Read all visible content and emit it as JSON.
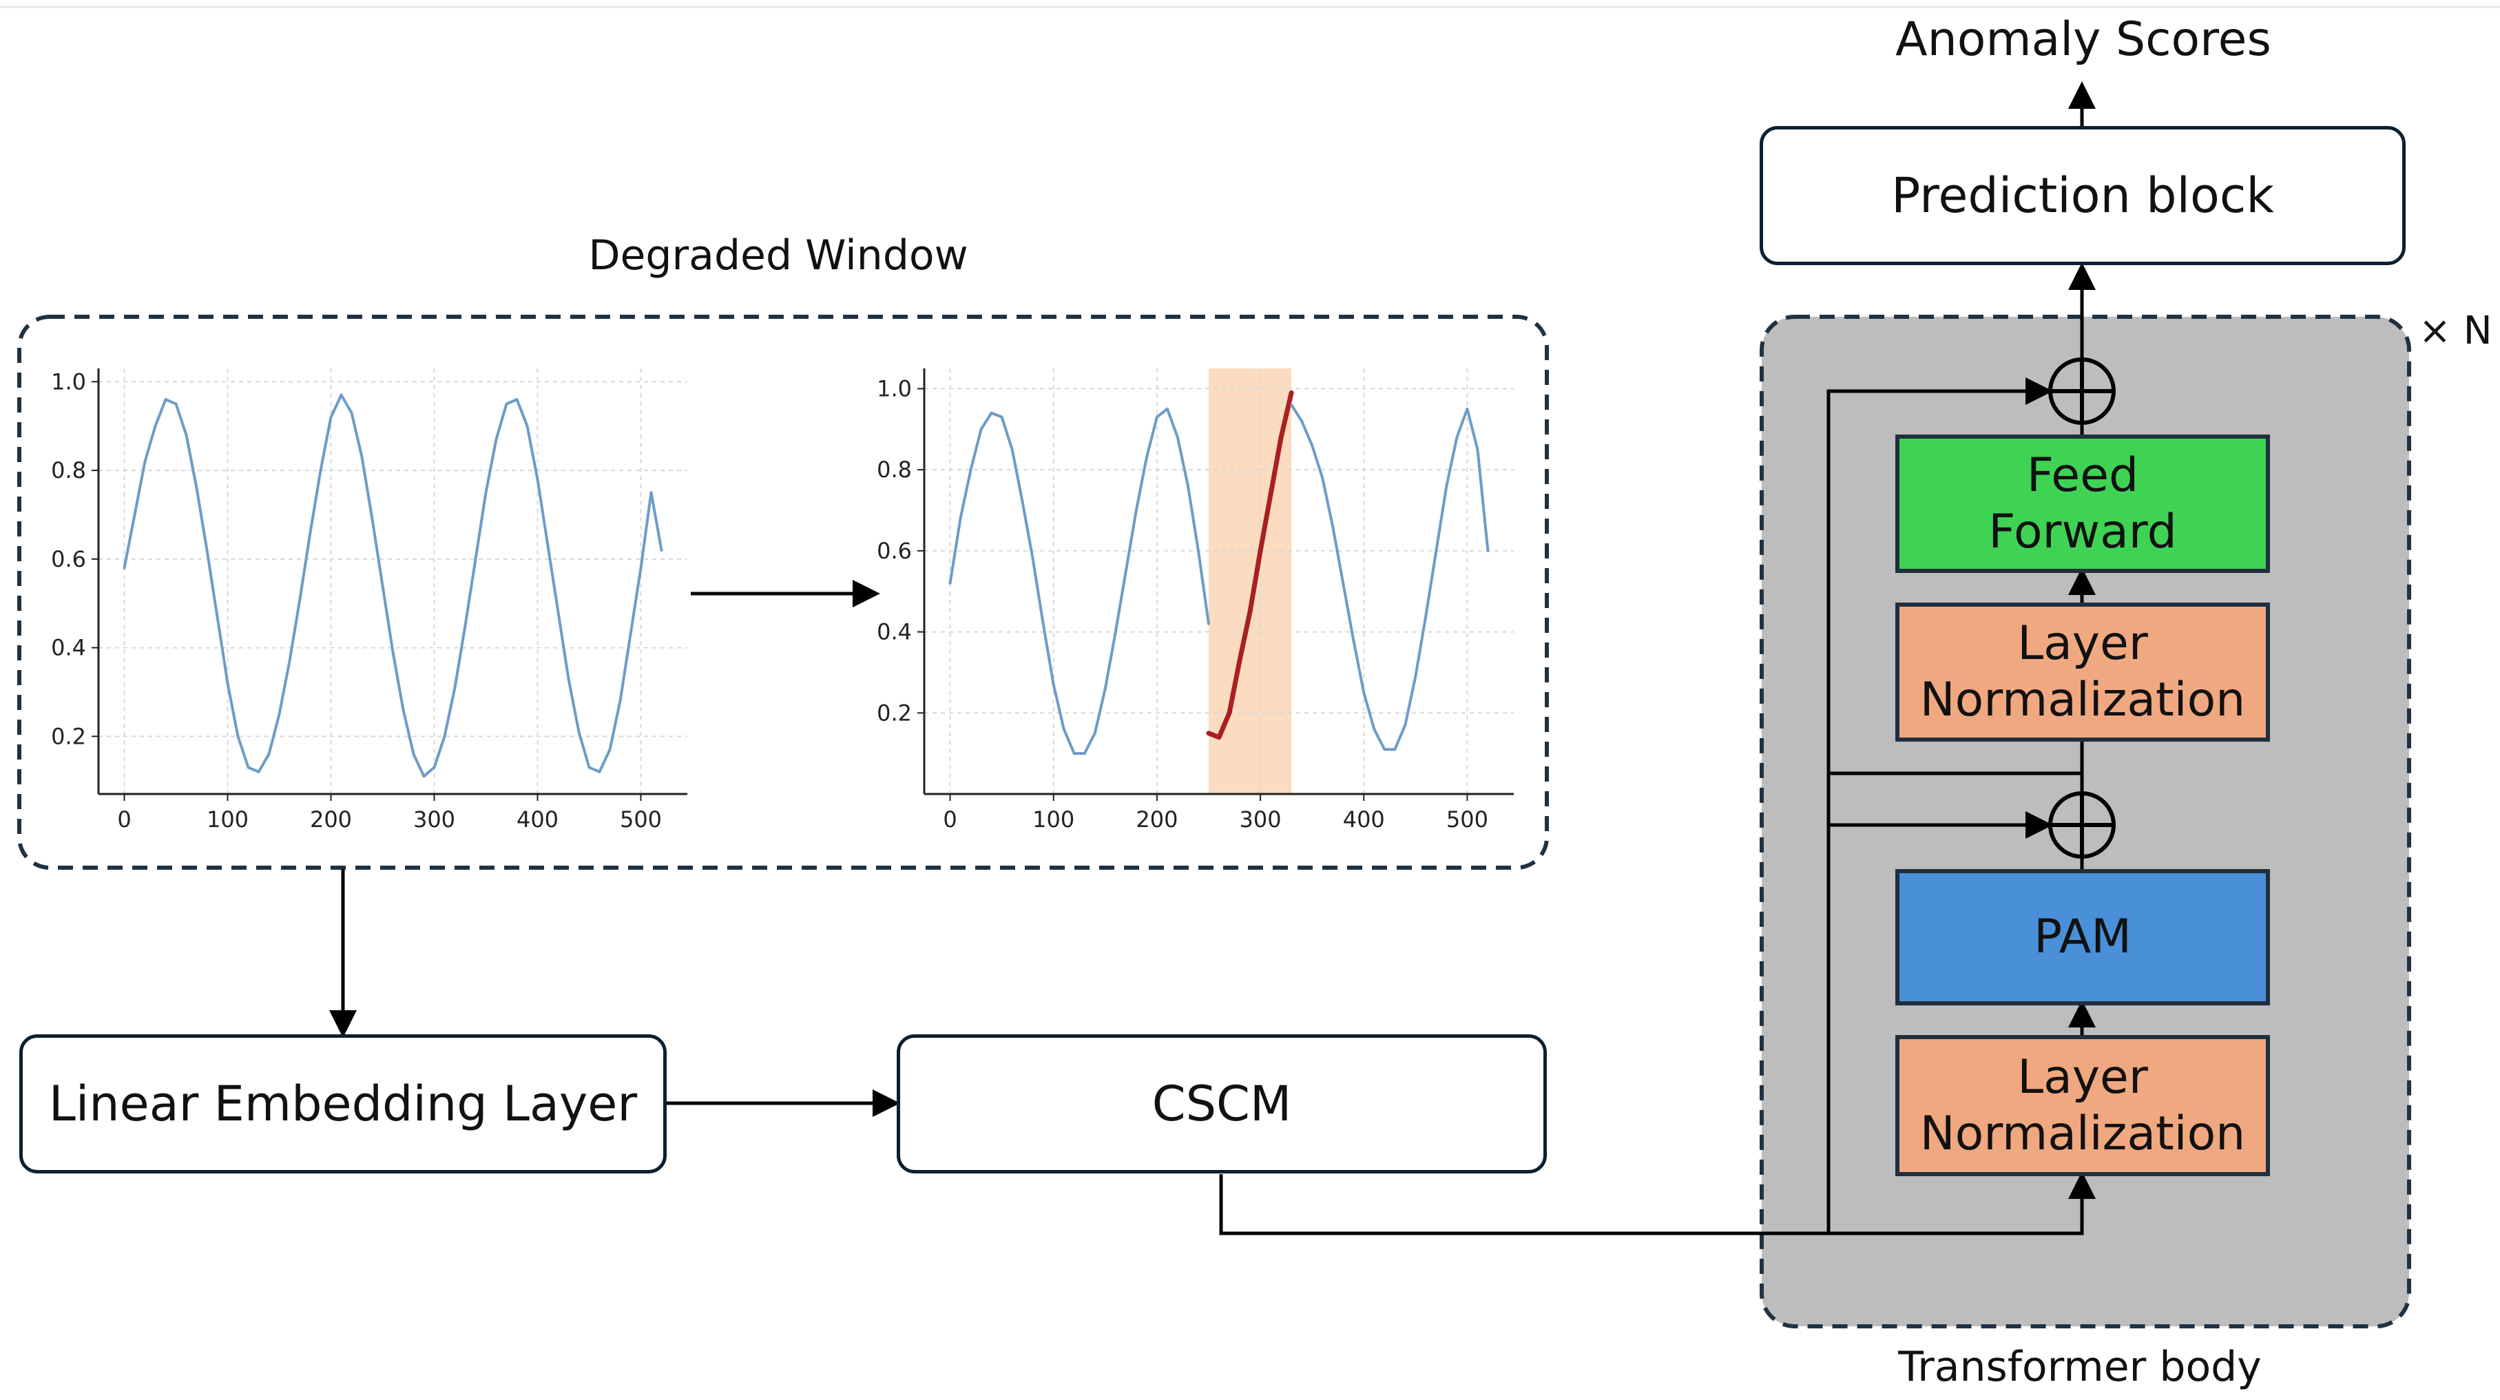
{
  "labels": {
    "anomaly_scores": "Anomaly Scores",
    "prediction_block": "Prediction block",
    "degraded_window": "Degraded Window",
    "times_n": "× N",
    "feed_forward_line1": "Feed",
    "feed_forward_line2": "Forward",
    "layer_norm_line1": "Layer",
    "layer_norm_line2": "Normalization",
    "pam": "PAM",
    "linear_embedding": "Linear Embedding Layer",
    "cscm": "CSCM",
    "transformer_body": "Transformer body"
  },
  "colors": {
    "feed_forward": "#3fd354",
    "layer_norm": "#f0a880",
    "pam": "#4a90d9",
    "transformer_bg": "#bdbdbd",
    "series": "#6d9cc6",
    "anomaly": "#a82020",
    "anomaly_highlight": "#fbdcc0"
  },
  "chart_data": [
    {
      "type": "line",
      "x_ticks": [
        0,
        100,
        200,
        300,
        400,
        500
      ],
      "y_ticks": [
        0.2,
        0.4,
        0.6,
        0.8,
        1.0
      ],
      "xlim": [
        -25,
        545
      ],
      "ylim": [
        0.07,
        1.03
      ],
      "grid": true,
      "series": [
        {
          "x": [
            0,
            10,
            20,
            30,
            40,
            50,
            60,
            70,
            80,
            90,
            100,
            110,
            120,
            130,
            140,
            150,
            160,
            170,
            180,
            190,
            200,
            210,
            220,
            230,
            240,
            250,
            260,
            270,
            280,
            290,
            300,
            310,
            320,
            330,
            340,
            350,
            360,
            370,
            380,
            390,
            400,
            410,
            420,
            430,
            440,
            450,
            460,
            470,
            480,
            490,
            500,
            510,
            520
          ],
          "y": [
            0.58,
            0.7,
            0.82,
            0.9,
            0.96,
            0.95,
            0.88,
            0.76,
            0.62,
            0.47,
            0.32,
            0.2,
            0.13,
            0.12,
            0.16,
            0.25,
            0.37,
            0.51,
            0.66,
            0.8,
            0.92,
            0.97,
            0.93,
            0.83,
            0.69,
            0.54,
            0.39,
            0.26,
            0.16,
            0.11,
            0.13,
            0.2,
            0.31,
            0.45,
            0.6,
            0.75,
            0.87,
            0.95,
            0.96,
            0.9,
            0.78,
            0.63,
            0.48,
            0.33,
            0.21,
            0.13,
            0.12,
            0.17,
            0.28,
            0.43,
            0.58,
            0.75,
            0.62
          ]
        }
      ]
    },
    {
      "type": "line",
      "x_ticks": [
        0,
        100,
        200,
        300,
        400,
        500
      ],
      "y_ticks": [
        0.2,
        0.4,
        0.6,
        0.8,
        1.0
      ],
      "xlim": [
        -25,
        545
      ],
      "ylim": [
        0.0,
        1.05
      ],
      "grid": true,
      "highlight_range": [
        250,
        330
      ],
      "series": [
        {
          "x": [
            0,
            10,
            20,
            30,
            40,
            50,
            60,
            70,
            80,
            90,
            100,
            110,
            120,
            130,
            140,
            150,
            160,
            170,
            180,
            190,
            200,
            210,
            220,
            230,
            240,
            250
          ],
          "y": [
            0.52,
            0.68,
            0.8,
            0.9,
            0.94,
            0.93,
            0.85,
            0.72,
            0.58,
            0.42,
            0.27,
            0.16,
            0.1,
            0.1,
            0.15,
            0.26,
            0.4,
            0.55,
            0.7,
            0.83,
            0.93,
            0.95,
            0.88,
            0.76,
            0.6,
            0.42
          ]
        },
        {
          "x": [
            250,
            260,
            270,
            280,
            290,
            300,
            310,
            320,
            330
          ],
          "y": [
            0.15,
            0.14,
            0.2,
            0.33,
            0.45,
            0.6,
            0.74,
            0.88,
            0.99
          ]
        },
        {
          "x": [
            330,
            340,
            350,
            360,
            370,
            380,
            390,
            400,
            410,
            420,
            430,
            440,
            450,
            460,
            470,
            480,
            490,
            500,
            510,
            520
          ],
          "y": [
            0.96,
            0.92,
            0.86,
            0.78,
            0.66,
            0.52,
            0.38,
            0.25,
            0.16,
            0.11,
            0.11,
            0.17,
            0.29,
            0.44,
            0.6,
            0.76,
            0.88,
            0.95,
            0.85,
            0.6
          ]
        }
      ]
    }
  ]
}
